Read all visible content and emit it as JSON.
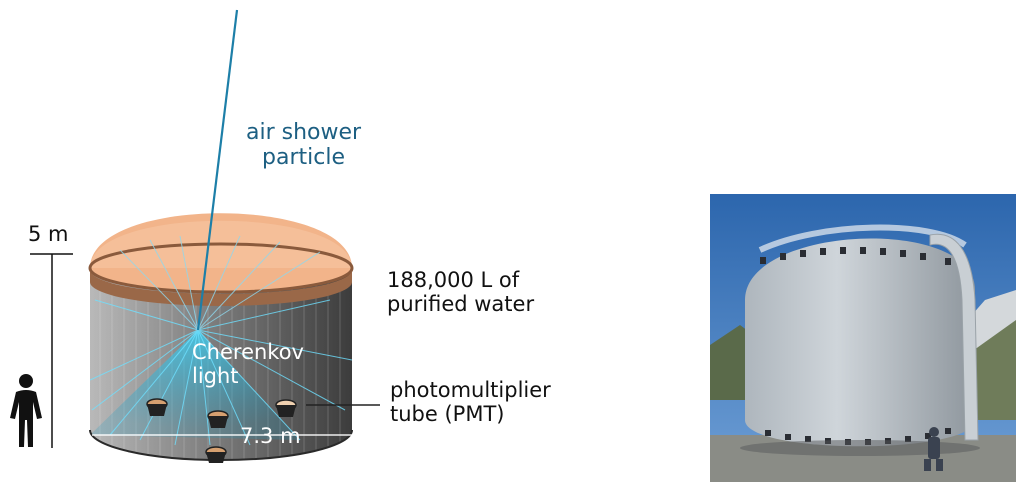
{
  "labels": {
    "particle_line1": "air shower",
    "particle_line2": "particle",
    "height": "5 m",
    "water_line1": "188,000 L of",
    "water_line2": "purified water",
    "cherenkov_line1": "Cherenkov",
    "cherenkov_line2": "light",
    "pmt_line1": "photomultiplier",
    "pmt_line2": "tube (PMT)",
    "width": "7.3 m"
  },
  "colors": {
    "particle": "#1d5f82",
    "cherenkov": "#2ab3d8",
    "water_surface": "#f2b48a",
    "tank_rim": "#8a5a3c",
    "tank_body": "#505050"
  },
  "photo": {
    "icon": "inflated-water-tank-photo"
  }
}
